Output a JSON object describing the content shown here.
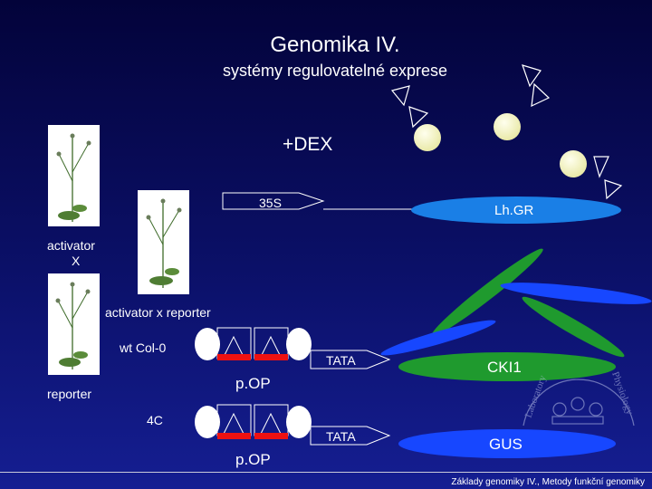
{
  "title": "Genomika IV.",
  "subtitle": "systémy regulovatelné exprese",
  "dex_label": "+DEX",
  "labels": {
    "activator": "activator",
    "x": "X",
    "activator_x_reporter": "activator x reporter",
    "reporter": "reporter",
    "wt_col0": "wt Col-0",
    "line_4c": "4C"
  },
  "constructs": {
    "promoter_35s": "35S",
    "lhgr": "Lh.GR",
    "tata_1": "TATA",
    "tata_2": "TATA",
    "pop_1": "p.OP",
    "pop_2": "p.OP",
    "cki1": "CKI1",
    "gus": "GUS"
  },
  "footer": "Základy genomiky IV., Metody funkční genomiky",
  "colors": {
    "lhgr": "#1a7fe6",
    "cki1": "#1f9a2e",
    "gus": "#1747ff",
    "red_bar": "#ee1111",
    "dex_ball": "#f6f6c8"
  }
}
